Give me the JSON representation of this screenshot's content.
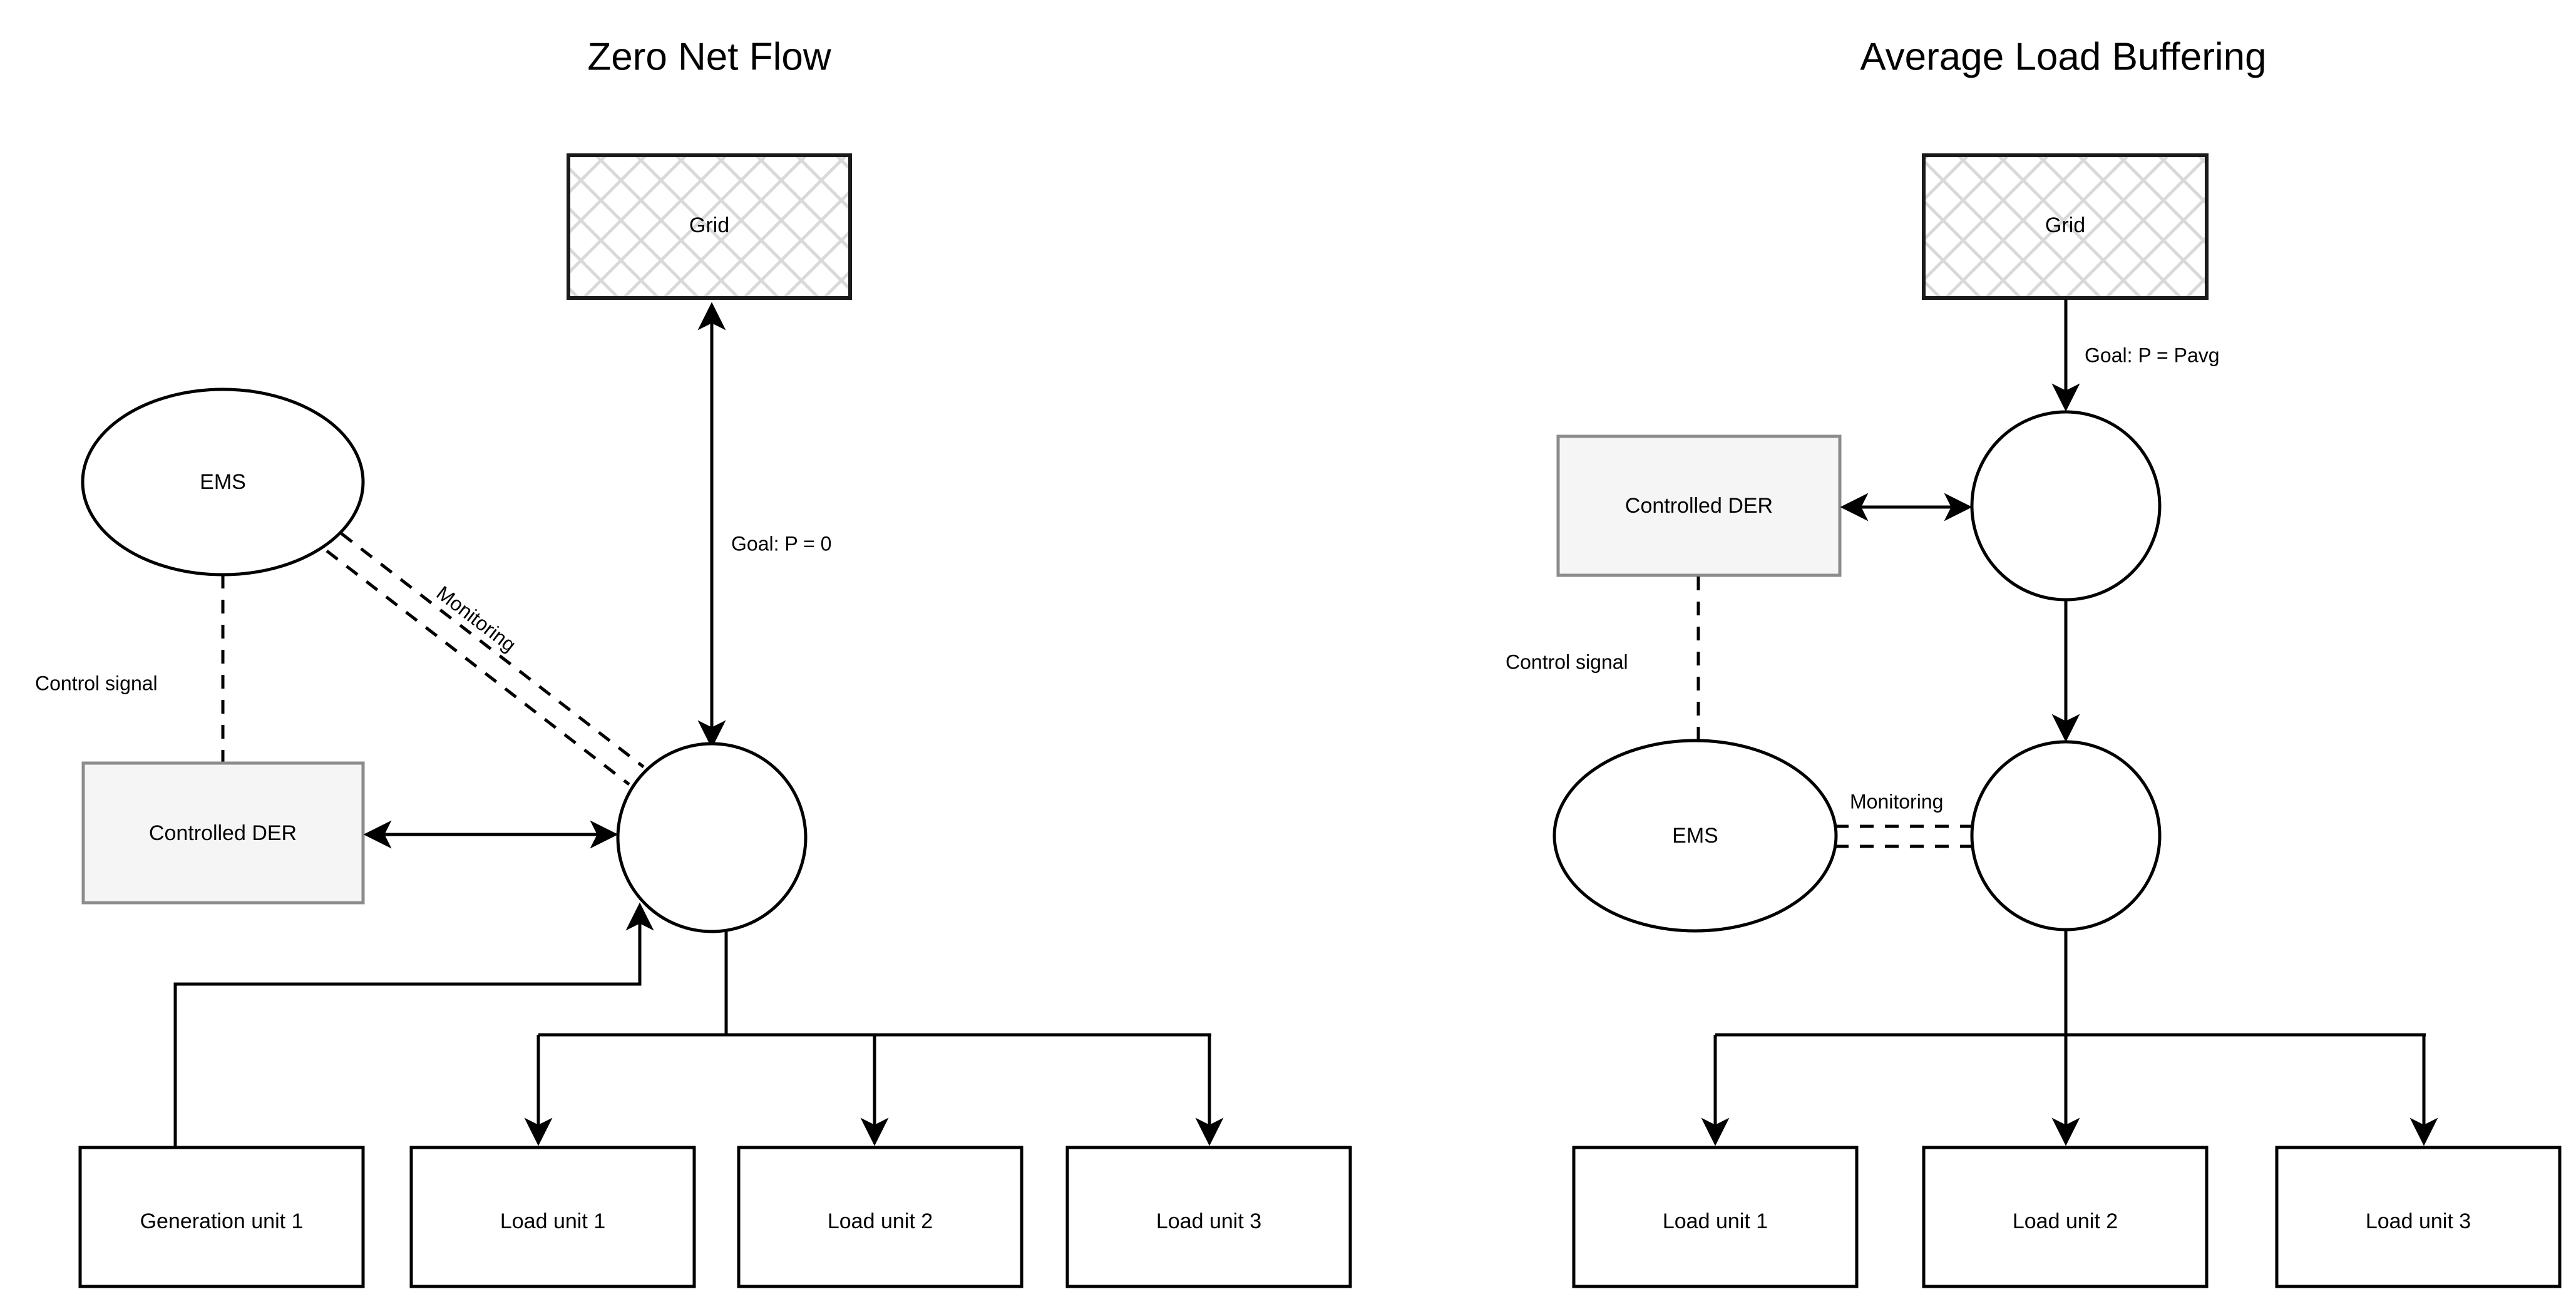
{
  "panels": [
    {
      "id": "zero-net-flow",
      "title": "Zero Net Flow",
      "nodes": {
        "grid": "Grid",
        "ems": "EMS",
        "der": "Controlled DER",
        "junction_top": "",
        "generation_1": "Generation unit 1",
        "load_1": "Load unit 1",
        "load_2": "Load unit 2",
        "load_3": "Load unit 3"
      },
      "edge_labels": {
        "goal": "Goal: P = 0",
        "control_signal": "Control signal",
        "monitoring": "Monitoring"
      }
    },
    {
      "id": "average-load-buffering",
      "title": "Average Load Buffering",
      "nodes": {
        "grid": "Grid",
        "ems": "EMS",
        "der": "Controlled DER",
        "junction_top": "",
        "junction_bottom": "",
        "load_1": "Load unit 1",
        "load_2": "Load unit 2",
        "load_3": "Load unit 3"
      },
      "edge_labels": {
        "goal": "Goal: P = Pavg",
        "control_signal": "Control signal",
        "monitoring": "Monitoring"
      }
    }
  ],
  "colors": {
    "stroke": "#000000",
    "der_fill": "#f5f5f5",
    "der_stroke": "#8c8c8c",
    "grid_hatch": "#d9d9d9",
    "background": "#ffffff"
  }
}
